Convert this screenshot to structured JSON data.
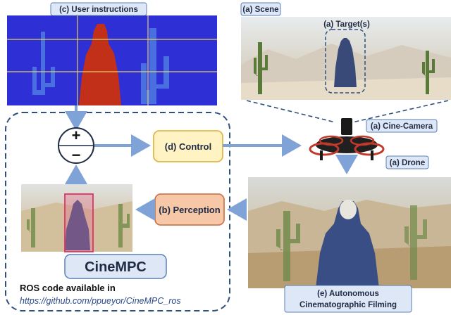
{
  "labels": {
    "user_instructions": "(c) User instructions",
    "scene": "(a) Scene",
    "targets": "(a) Target(s)",
    "cine_camera": "(a) Cine-Camera",
    "drone": "(a) Drone",
    "control": "(d) Control",
    "perception": "(b) Perception",
    "filming_line1": "(e) Autonomous",
    "filming_line2": "Cinematographic Filming",
    "cinempc": "CineMPC",
    "ros_text": "ROS code available in",
    "ros_url": "https://github.com/ppueyor/CineMPC_ros"
  },
  "symbols": {
    "plus": "+",
    "minus": "−"
  },
  "colors": {
    "arrow": "#7fa3d6",
    "dashed": "#2f4f7f",
    "label_fill": "#dde7f5",
    "label_stroke": "#5a7fb5",
    "control_fill": "#fff3c4",
    "control_stroke": "#e0b84a",
    "perception_fill": "#f7c8a8",
    "perception_stroke": "#cc7a4f",
    "depth_bg": "#2f2fd6",
    "depth_person": "#c2301a",
    "depth_cactus": "#4a6fe0"
  }
}
